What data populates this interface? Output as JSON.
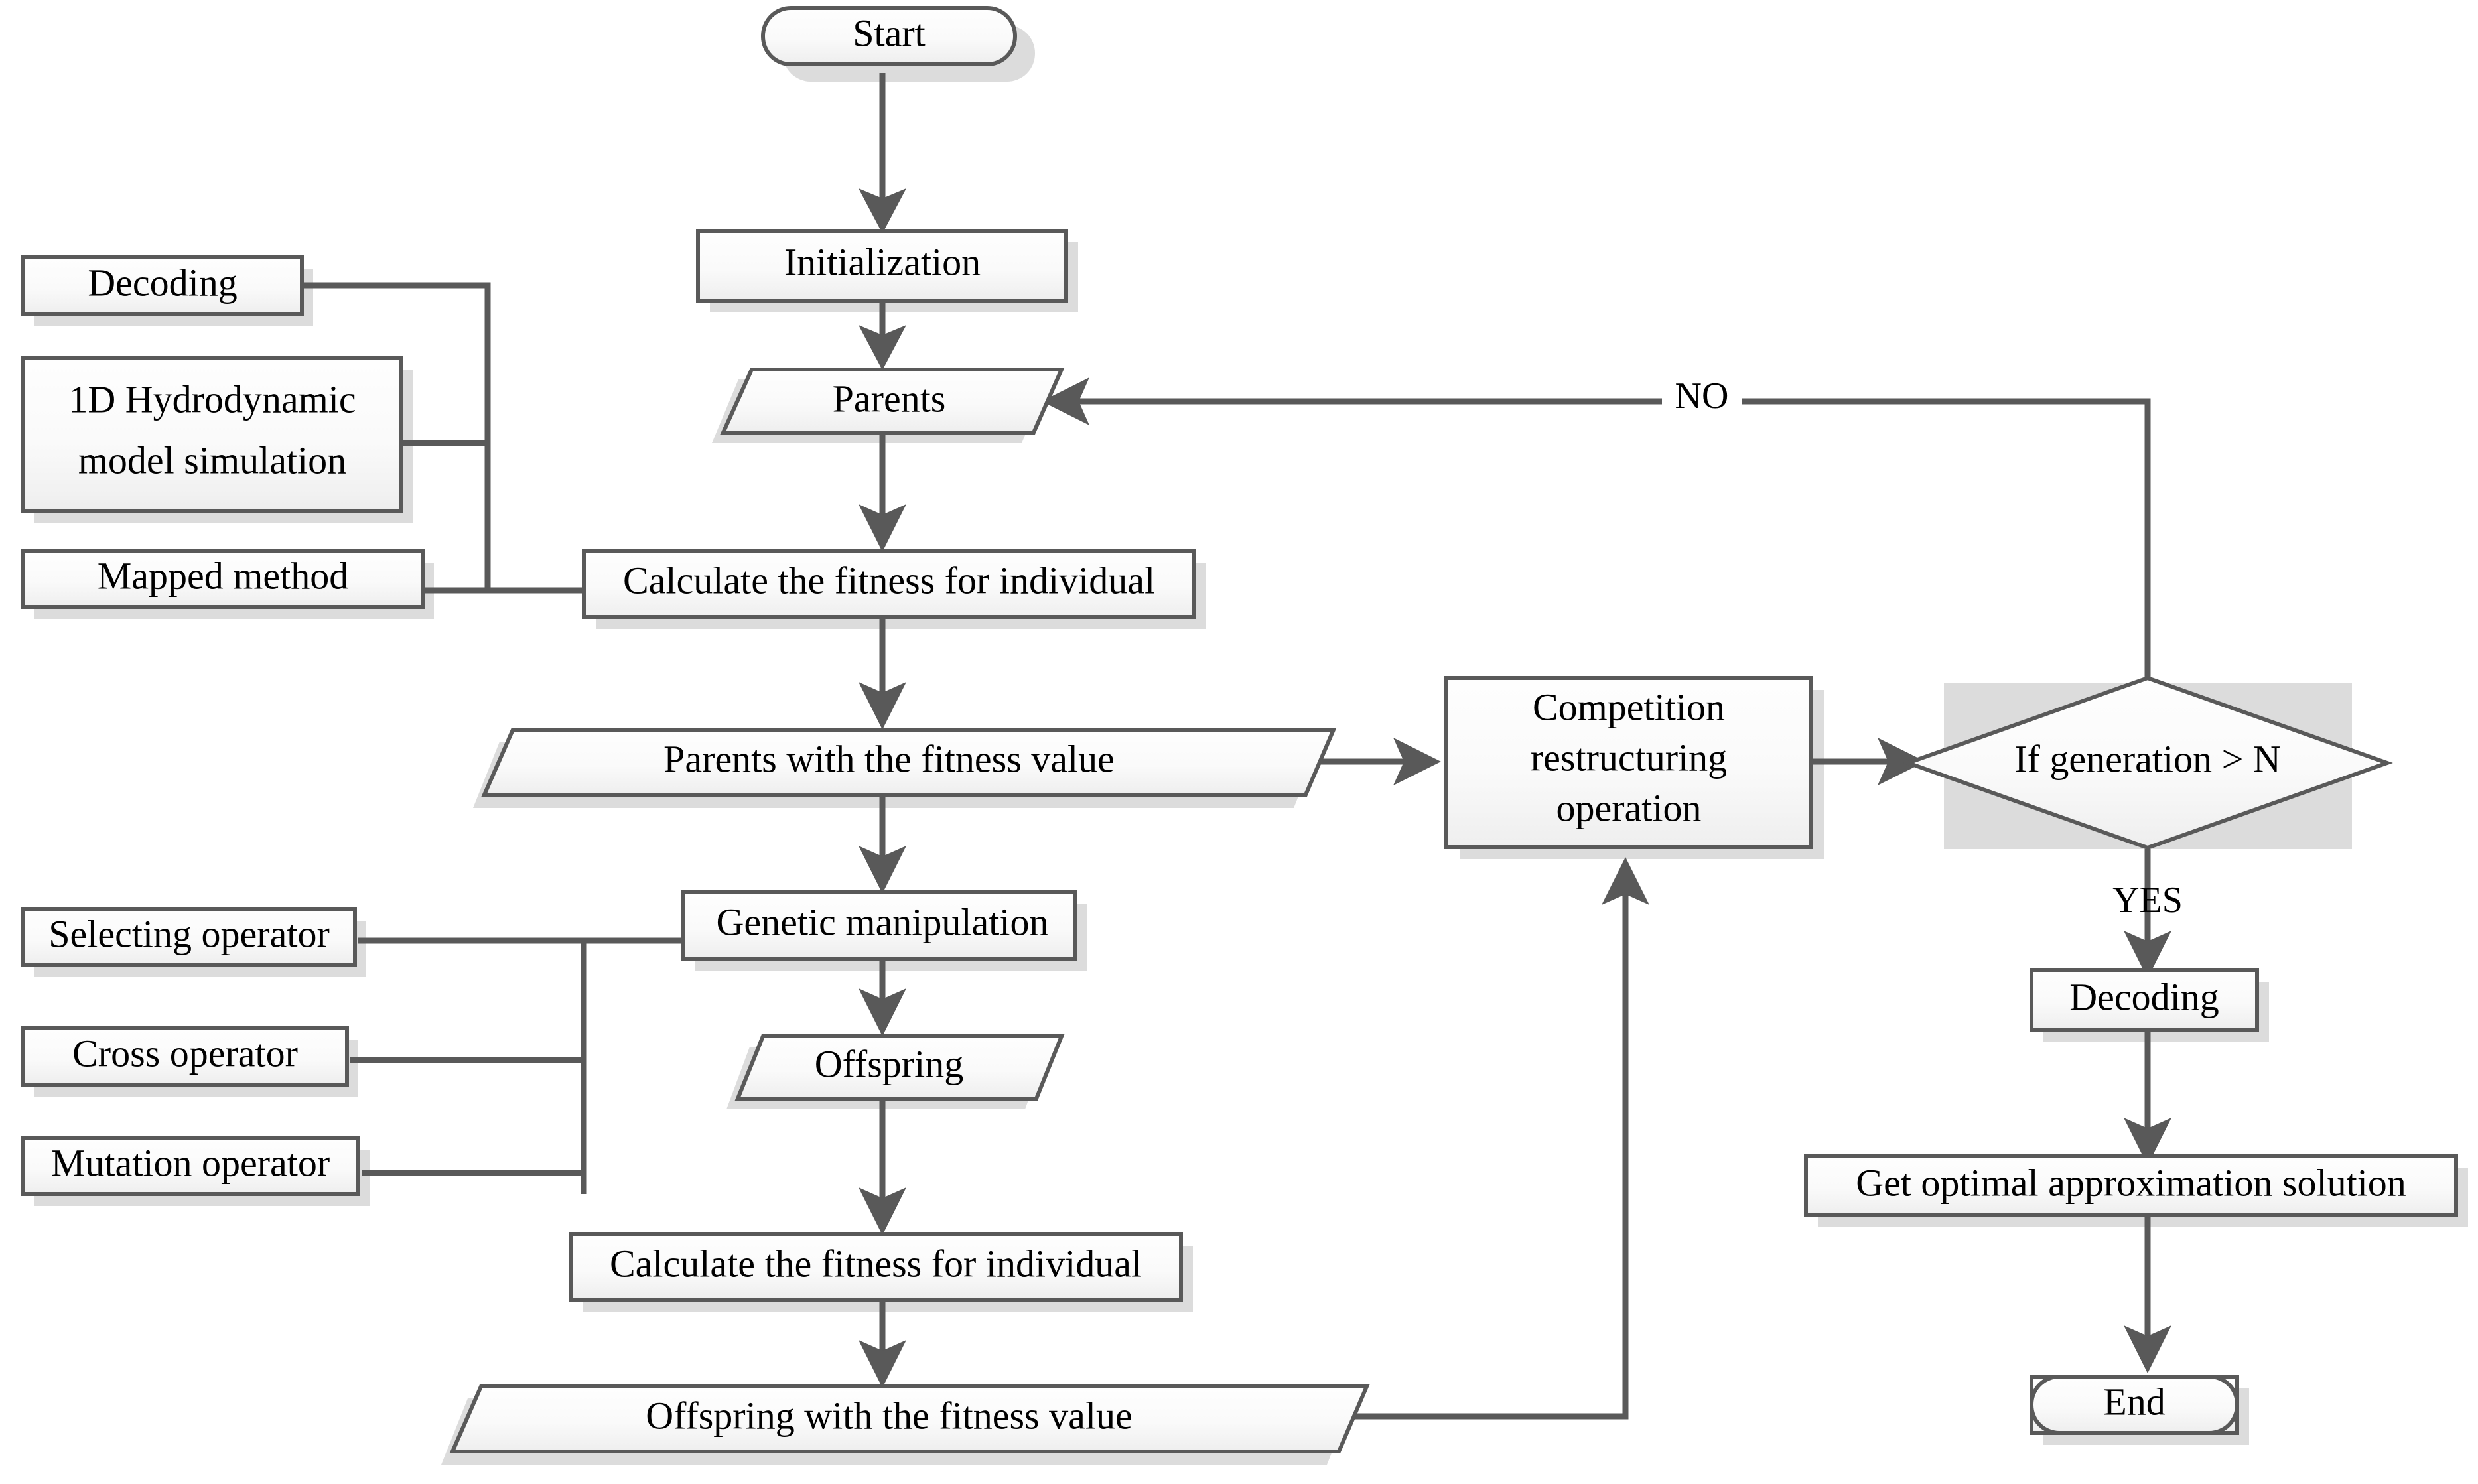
{
  "diagram": {
    "title": "Genetic algorithm flowchart",
    "colors": {
      "shape_stroke": "#595959",
      "shape_fill_top": "#fdfdfd",
      "shape_fill_bottom": "#f0f0f0",
      "shadow": "#dcdcdc",
      "connector": "#595959",
      "text": "#000000",
      "decision_backdrop": "#dcdcdc"
    },
    "nodes": {
      "start": {
        "label": "Start",
        "shape": "terminator"
      },
      "initialization": {
        "label": "Initialization",
        "shape": "process"
      },
      "parents": {
        "label": "Parents",
        "shape": "data-parallelogram"
      },
      "calc_fitness_1": {
        "label": "Calculate the fitness for individual",
        "shape": "process"
      },
      "parents_fitness": {
        "label": "Parents with the fitness value",
        "shape": "data-parallelogram"
      },
      "genetic_manipulation": {
        "label": "Genetic manipulation",
        "shape": "process"
      },
      "offspring": {
        "label": "Offspring",
        "shape": "data-parallelogram"
      },
      "calc_fitness_2": {
        "label": "Calculate the fitness for individual",
        "shape": "process"
      },
      "offspring_fitness": {
        "label": "Offspring with the fitness value",
        "shape": "data-parallelogram"
      },
      "competition": {
        "label_lines": [
          "Competition",
          "restructuring",
          "operation"
        ],
        "shape": "process"
      },
      "decision": {
        "label": "If generation > N",
        "shape": "decision"
      },
      "decoding_out": {
        "label": "Decoding",
        "shape": "process"
      },
      "get_optimal": {
        "label": "Get optimal approximation solution",
        "shape": "process"
      },
      "end": {
        "label": "End",
        "shape": "terminator"
      }
    },
    "fitness_inputs": [
      {
        "label": "Decoding",
        "shape": "process"
      },
      {
        "label_lines": [
          "1D Hydrodynamic",
          "model simulation"
        ],
        "shape": "process"
      },
      {
        "label": "Mapped method",
        "shape": "process"
      }
    ],
    "genetic_operators": [
      {
        "label": "Selecting operator",
        "shape": "process"
      },
      {
        "label": "Cross operator",
        "shape": "process"
      },
      {
        "label": "Mutation operator",
        "shape": "process"
      }
    ],
    "edge_labels": {
      "no": "NO",
      "yes": "YES"
    }
  }
}
